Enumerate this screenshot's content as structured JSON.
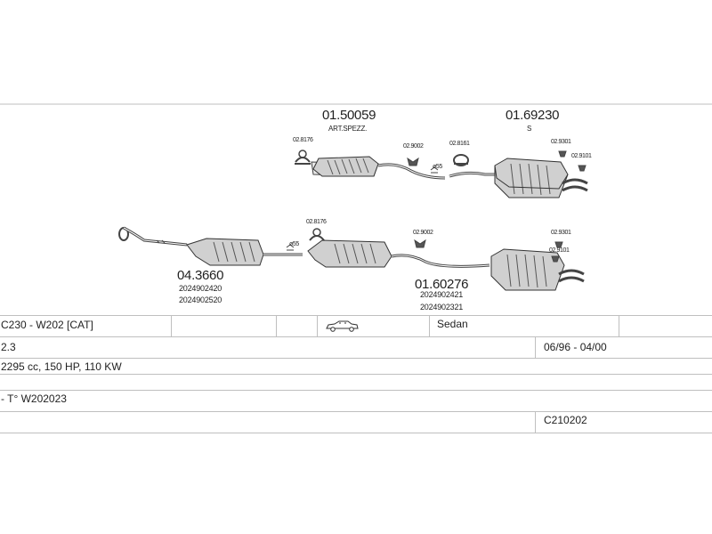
{
  "parts": {
    "p1": {
      "code": "01.50059",
      "note": "ART.SPEZZ."
    },
    "p2": {
      "code": "01.69230",
      "note": "S"
    },
    "p3": {
      "code": "04.3660",
      "ref1": "2024902420",
      "ref2": "2024902520"
    },
    "p4": {
      "code": "01.60276",
      "ref1": "2024902421",
      "ref2": "2024902321"
    }
  },
  "fittings": {
    "f1": "02.8176",
    "f2": "02.9002",
    "f3": "02.8161",
    "f4": "02.9301",
    "f5": "02.9101",
    "f6": "02.8176",
    "f7": "02.9002",
    "f8": "02.9301",
    "f9": "02.9101"
  },
  "clamps": {
    "c1": "ø55",
    "c2": "ø55"
  },
  "table": {
    "model": "C230 - W202  [CAT]",
    "body": "Sedan",
    "engine": "2.3",
    "dates": "06/96 - 04/00",
    "specs": "2295 cc, 150 HP, 110 KW",
    "type": "- T° W202023",
    "code": "C210202"
  }
}
